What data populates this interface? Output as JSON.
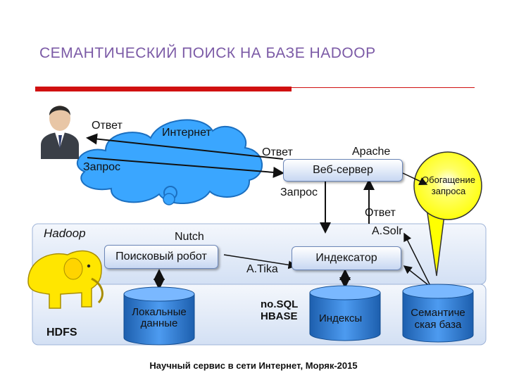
{
  "title": "СЕМАНТИЧЕСКИЙ ПОИСК НА БАЗЕ HADOOP",
  "colors": {
    "title": "#7b5aa6",
    "accent_red": "#d01010",
    "panel": "#dde7f6",
    "cylinder": "#2f7ed8",
    "cloud": "#3aa6ff",
    "bubble": "#ffff33"
  },
  "user": {
    "answer_label": "Ответ",
    "request_label": "Запрос",
    "icon": "user-icon"
  },
  "internet": {
    "label": "Интернет",
    "icon": "cloud-icon"
  },
  "apache": {
    "label": "Apache",
    "answer_label": "Ответ",
    "request_label": "Запрос",
    "webserver_label": "Веб-сервер"
  },
  "enrichment": {
    "label": "Обогащение запроса"
  },
  "solr": {
    "answer_label": "Ответ",
    "label": "A.Solr"
  },
  "hadoop": {
    "label": "Hadoop",
    "hdfs_label": "HDFS",
    "icon": "elephant-icon"
  },
  "nutch": {
    "label": "Nutch",
    "crawler_label": "Поисковый робот"
  },
  "tika": {
    "label": "A.Tika"
  },
  "indexer": {
    "label": "Индексатор"
  },
  "local_data": {
    "label": "Локальные данные"
  },
  "nosql": {
    "label": "no.SQL HBASE"
  },
  "indexes": {
    "label": "Индексы"
  },
  "semantic_db": {
    "label": "Семантиче ская база"
  },
  "footer": "Научный сервис в сети Интернет, Моряк-2015"
}
